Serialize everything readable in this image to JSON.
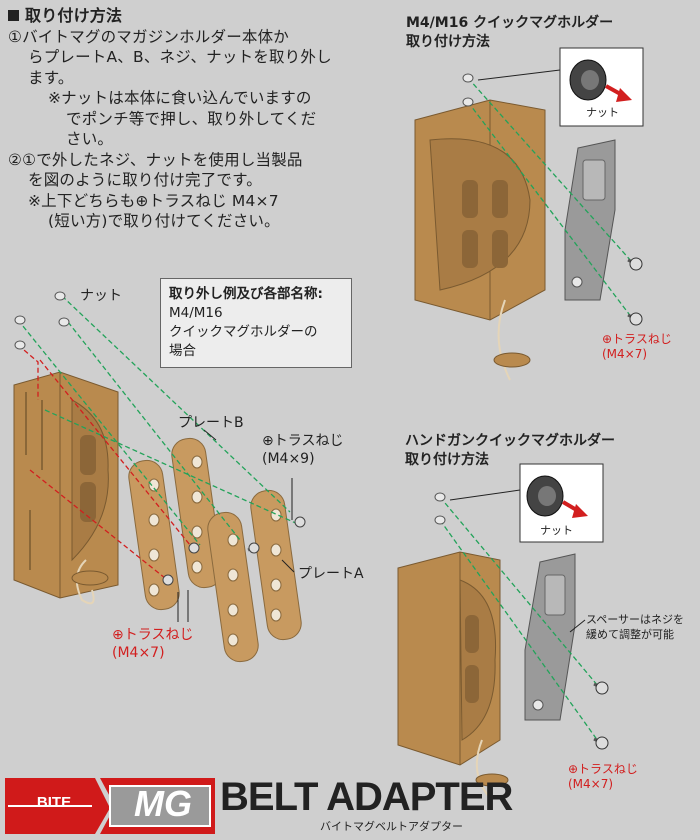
{
  "instructions": {
    "heading": "取り付け方法",
    "lines": [
      "①バイトマグのマガジンホルダー本体か",
      "らプレートA、B、ネジ、ナットを取り外し",
      "ます。",
      "※ナットは本体に食い込んでいますの",
      "でポンチ等で押し、取り外してくだ",
      "さい。",
      "②①で外したネジ、ナットを使用し当製品",
      "を図のように取り付け完了です。",
      "※上下どちらも⊕トラスねじ M4×7",
      "(短い方)で取り付けてください。"
    ]
  },
  "parts_box": {
    "title": "取り外し例及び各部名称:",
    "lines": [
      "M4/M16",
      "クイックマグホルダーの",
      "場合"
    ]
  },
  "left_diagram": {
    "nut_label": "ナット",
    "plate_b_label": "プレートB",
    "plate_a_label": "プレートA",
    "screw_long_label": "⊕トラスねじ",
    "screw_long_size": "(M4×9)",
    "screw_short_label": "⊕トラスねじ",
    "screw_short_size": "(M4×7)"
  },
  "top_right": {
    "title_line1": "M4/M16 クイックマグホルダー",
    "title_line2": "取り付け方法",
    "nut_label": "ナット",
    "screw_label": "⊕トラスねじ",
    "screw_size": "(M4×7)"
  },
  "bottom_right": {
    "title_line1": "ハンドガンクイックマグホルダー",
    "title_line2": "取り付け方法",
    "nut_label": "ナット",
    "spacer_note_line1": "スペーサーはネジを",
    "spacer_note_line2": "緩めて調整が可能",
    "screw_label": "⊕トラスねじ",
    "screw_size": "(M4×7)"
  },
  "brand": {
    "bite": "BITE",
    "mg": "MG",
    "product": "BELT ADAPTER",
    "product_jp": "バイトマグベルトアダプター"
  },
  "colors": {
    "background": "#cfcfcf",
    "holder_tan": "#b98a4e",
    "plate_tan": "#c89a60",
    "bracket_gray": "#9a9a9a",
    "guide_green": "#23a35a",
    "guide_red": "#d21f1f",
    "brand_red": "#d01a1a"
  }
}
